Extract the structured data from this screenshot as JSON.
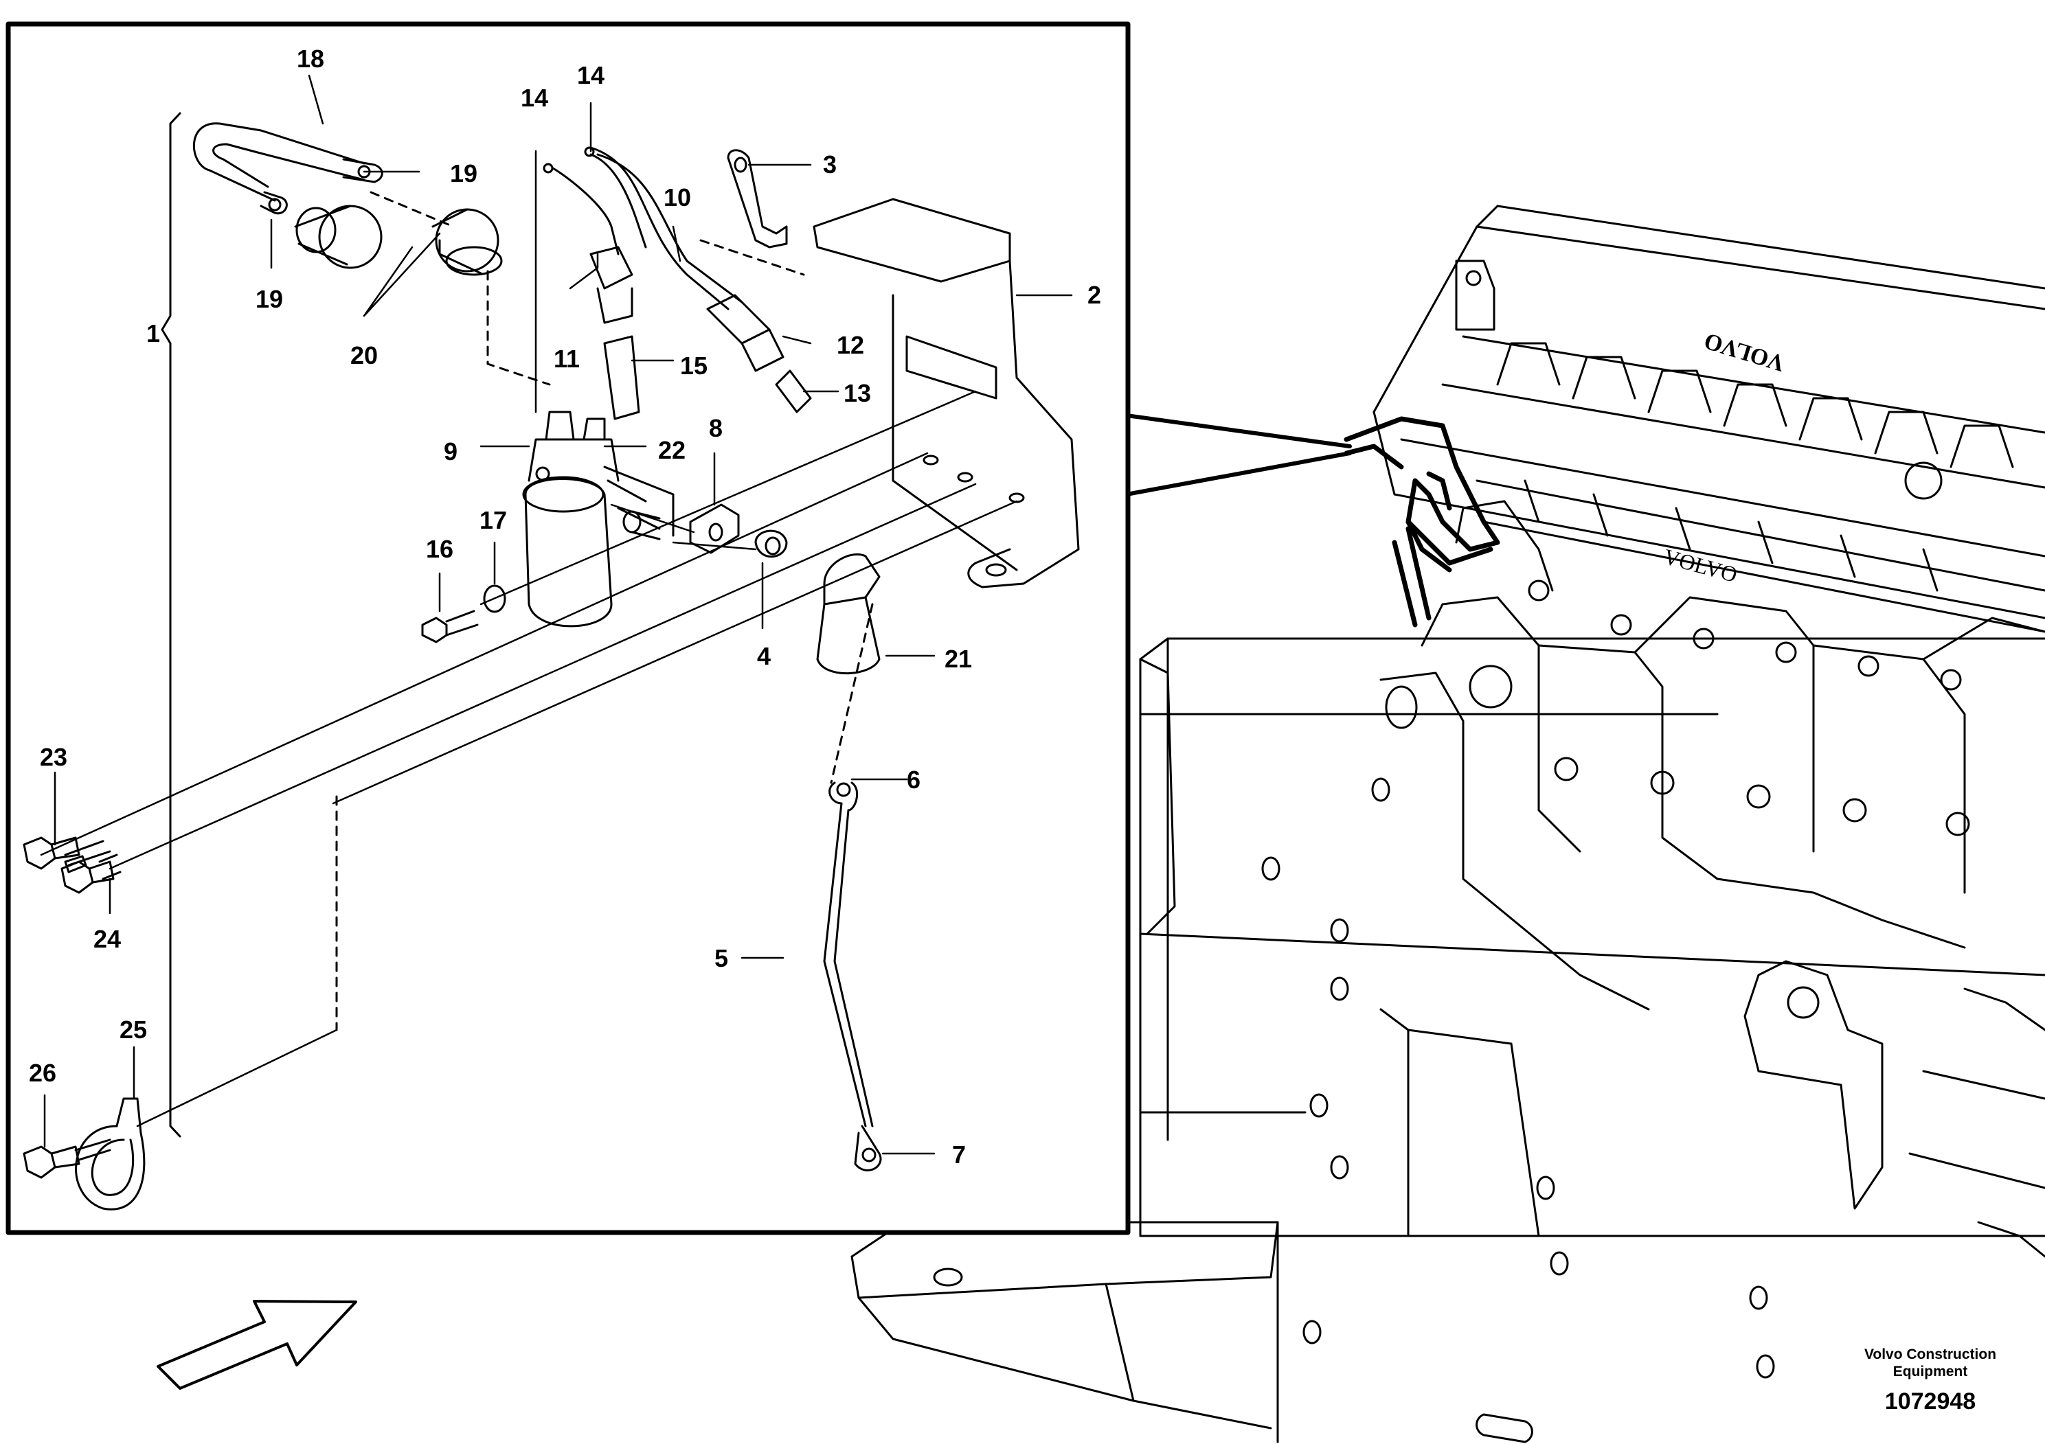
{
  "diagram": {
    "callouts": [
      "1",
      "2",
      "3",
      "4",
      "5",
      "6",
      "7",
      "8",
      "9",
      "10",
      "11",
      "12",
      "13",
      "14",
      "14",
      "15",
      "16",
      "17",
      "18",
      "19",
      "19",
      "20",
      "21",
      "22",
      "23",
      "24",
      "25",
      "26"
    ]
  },
  "footer": {
    "maker_line1": "Volvo Construction",
    "maker_line2": "Equipment",
    "document_number": "1072948"
  },
  "engine": {
    "brand_upper": "VOLVO",
    "brand_lower": "VOLVO"
  },
  "colors": {
    "ink": "#000000",
    "paper": "#ffffff"
  }
}
